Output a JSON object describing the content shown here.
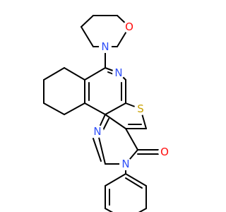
{
  "molecule": {
    "atoms": {
      "morpholine_o": {
        "symbol": "O",
        "color": "#ff0d0d"
      },
      "morpholine_n": {
        "symbol": "N",
        "color": "#3050f8"
      },
      "pyridine_n": {
        "symbol": "N",
        "color": "#3050f8"
      },
      "thiophene_s": {
        "symbol": "S",
        "color": "#c8a000"
      },
      "pyrimidine_n1": {
        "symbol": "N",
        "color": "#3050f8"
      },
      "pyrimidine_n3": {
        "symbol": "N",
        "color": "#3050f8"
      },
      "carbonyl_o": {
        "symbol": "O",
        "color": "#ff0d0d"
      }
    },
    "bond_color": "#000000"
  }
}
